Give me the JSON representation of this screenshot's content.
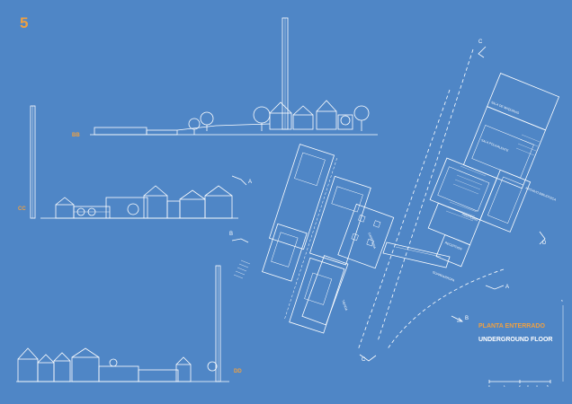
{
  "sheet": {
    "page_number": "5",
    "colors": {
      "background": "#4f86c6",
      "lines": "#ffffff",
      "accent": "#f0a040"
    }
  },
  "sections": {
    "bb": "BB",
    "cc": "CC",
    "dd": "DD"
  },
  "plan": {
    "title": "PLANTA ENTERRADO",
    "subtitle": "UNDERGROUND FLOOR",
    "rooms": {
      "sala_maquinas": "SALA DE MAQUINAS",
      "sala_polivalente": "SALA POLIVALENTE",
      "archivo_biblioteca": "ARCHIVO BIBLIOTECA",
      "auditorio": "AUDITORIO",
      "recepcion": "RECEPCION",
      "guardarropa": "GUARDARROPA",
      "cafeteria": "CAFETERIA",
      "tienda": "TIENDA"
    },
    "cut_marks": {
      "a1": "A",
      "a2": "A",
      "b1": "B",
      "b2": "B",
      "c1": "C",
      "c2": "C",
      "d1": "D"
    }
  },
  "scale_bar": {
    "unit_label": "5",
    "ticks": [
      "0",
      "1",
      "2",
      "3",
      "4",
      "5"
    ]
  },
  "icons": [
    "trees",
    "chimney",
    "north-arrow"
  ]
}
